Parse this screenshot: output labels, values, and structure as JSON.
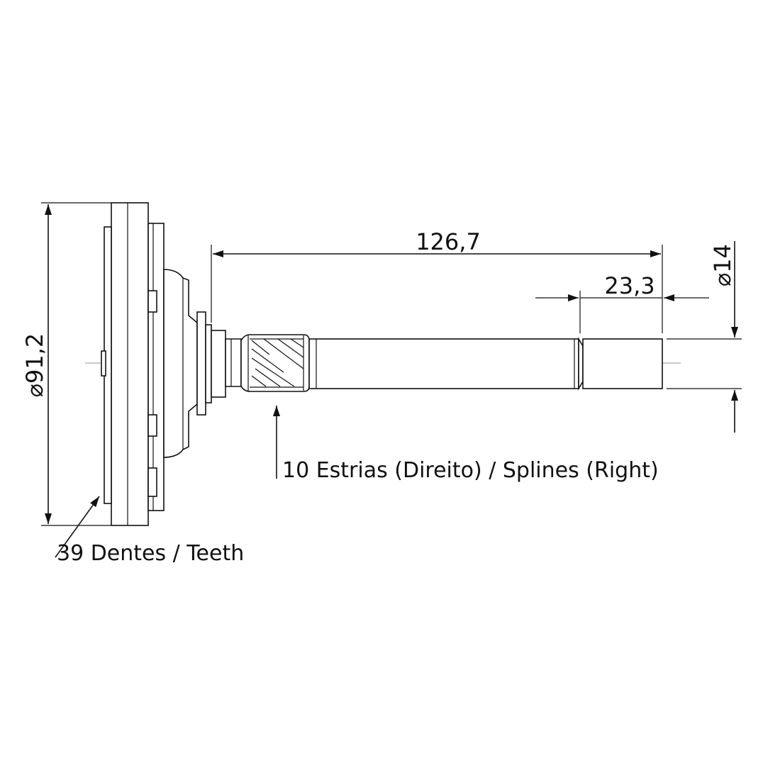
{
  "dimensions": {
    "flange_diameter": "⌀91,2",
    "overall_length": "126,7",
    "end_length": "23,3",
    "shaft_diameter": "⌀14"
  },
  "callouts": {
    "teeth": "39 Dentes / Teeth",
    "splines": "10 Estrias (Direito) / Splines (Right)"
  }
}
